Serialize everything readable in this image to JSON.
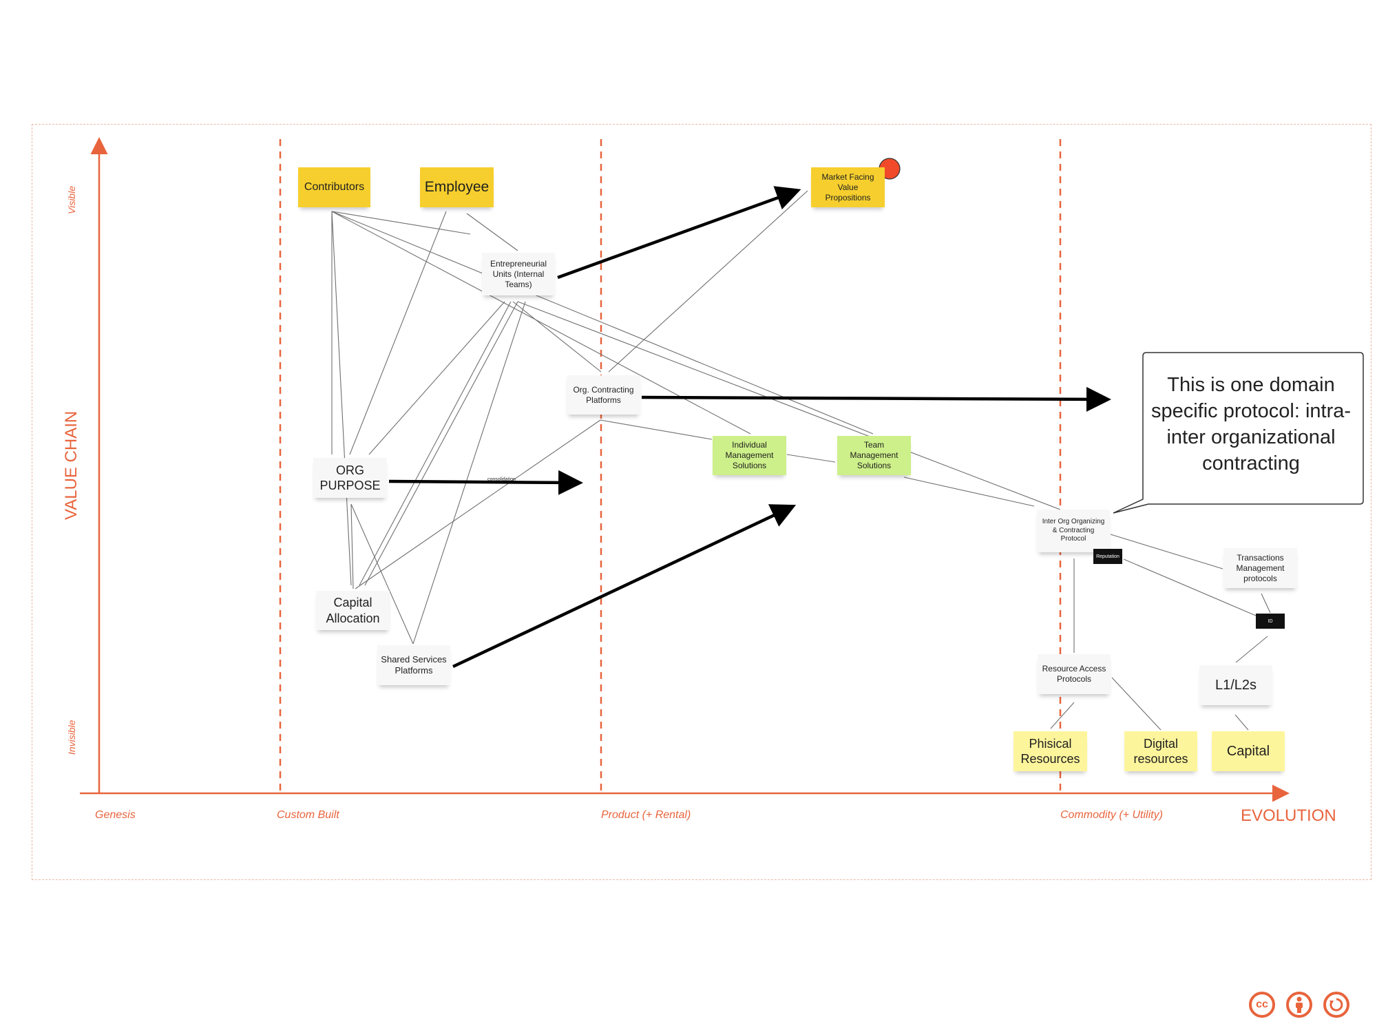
{
  "axes": {
    "y_label": "VALUE CHAIN",
    "y_top": "Visible",
    "y_bottom": "Invisible",
    "x_label": "EVOLUTION",
    "stages": [
      "Genesis",
      "Custom Built",
      "Product (+ Rental)",
      "Commodity (+ Utility)"
    ]
  },
  "components": {
    "contributors": "Contributors",
    "employee": "Employee",
    "market": "Market Facing Value Propositions",
    "entrepreneurial": "Entrepreneurial Units (Internal Teams)",
    "org_contracting": "Org. Contracting Platforms",
    "individual": "Individual Management Solutions",
    "team": "Team Management Solutions",
    "org_purpose": "ORG PURPOSE",
    "capital_allocation": "Capital Allocation",
    "shared_services": "Shared Services Platforms",
    "inter_org": "Inter Org Organizing & Contracting Protocol",
    "transactions": "Transactions Management protocols",
    "resource_access": "Resource Access Protocols",
    "l1l2": "L1/L2s",
    "phisical": "Phisical Resources",
    "digital": "Digital resources",
    "capital": "Capital"
  },
  "tags": {
    "reputation": "Reputation",
    "id": "ID",
    "consolidation": "consolidation"
  },
  "callout": "This is one domain specific protocol: intra-inter organizational contracting",
  "license": [
    "cc",
    "by",
    "sa"
  ],
  "colors": {
    "axis": "#e8643c",
    "yellow": "#f6cf2e",
    "green": "#cdf08a",
    "pale_yellow": "#fdf59c",
    "white_note": "#f7f7f8",
    "red_dot": "#f04a2a"
  }
}
